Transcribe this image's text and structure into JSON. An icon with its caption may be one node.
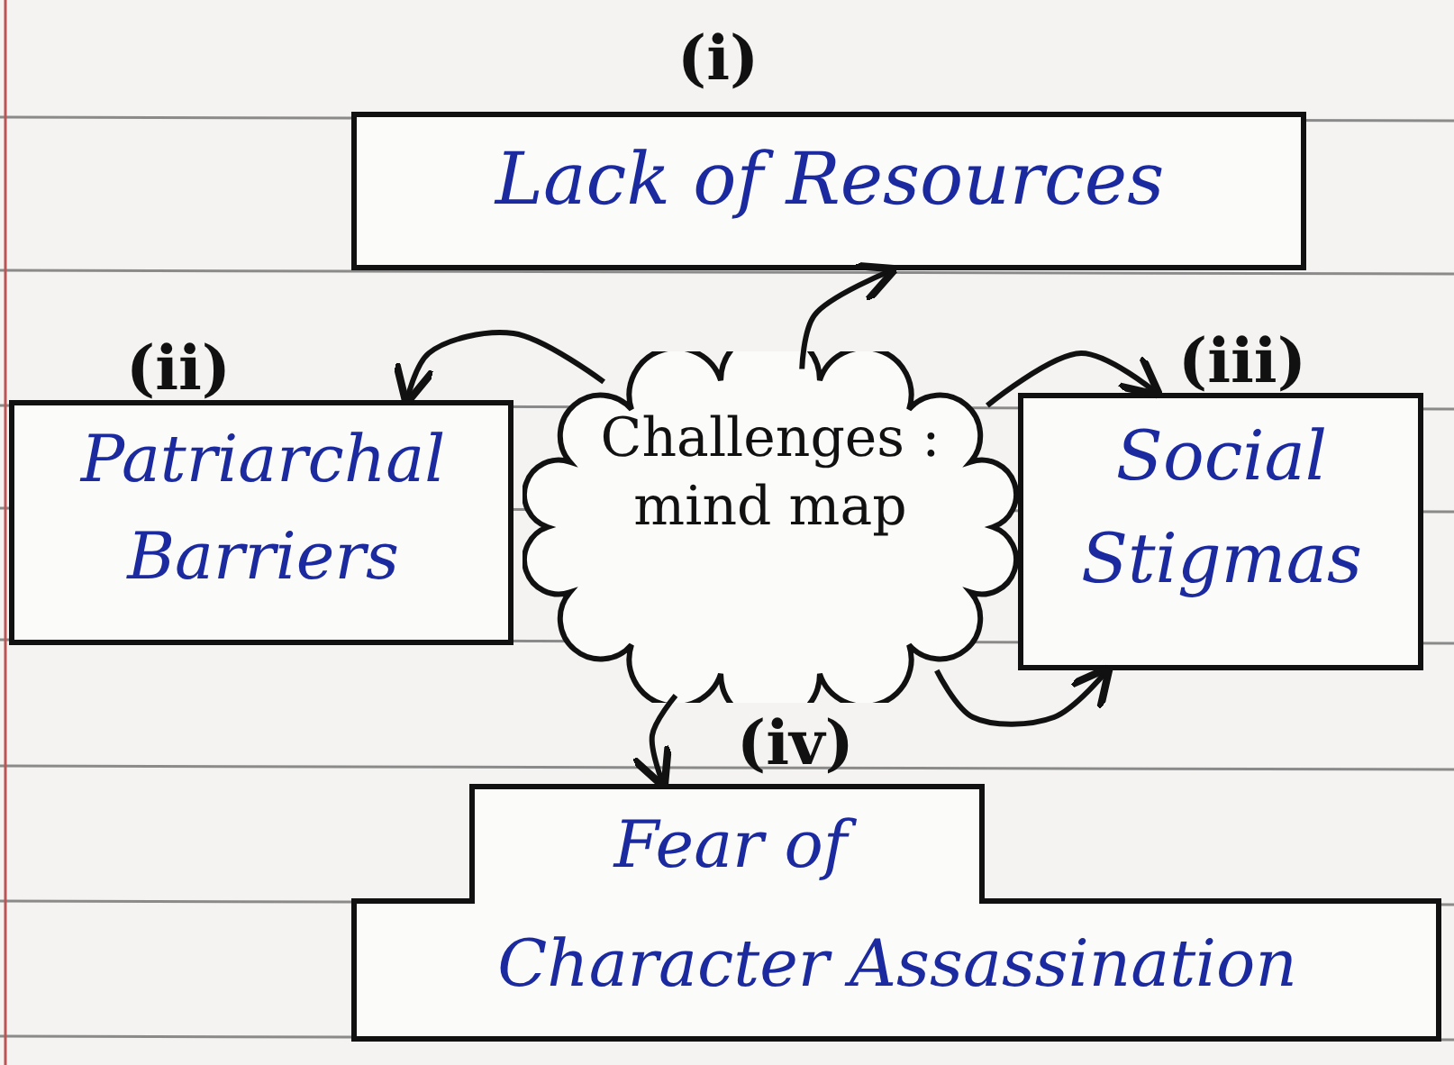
{
  "diagram": {
    "nodes": [
      {
        "text": [
          "(i)",
          "Lack of Resources"
        ]
      },
      {
        "text": [
          "(ii)",
          "Patriarchal Barriers"
        ]
      },
      {
        "text": [
          "Challenges : mind map"
        ]
      },
      {
        "text": [
          "(iii)",
          "Social Stigmas"
        ]
      },
      {
        "text": [
          "(iv)",
          "Fear of Character Assassination"
        ]
      }
    ],
    "edges": [
      {
        "from": 2,
        "to": 0,
        "arrow": "to"
      },
      {
        "from": 2,
        "to": 1,
        "arrow": "to"
      },
      {
        "from": 2,
        "to": 3,
        "arrow": "to"
      },
      {
        "from": 2,
        "to": 3,
        "arrow": "to"
      },
      {
        "from": 2,
        "to": 4,
        "arrow": "to"
      }
    ]
  }
}
